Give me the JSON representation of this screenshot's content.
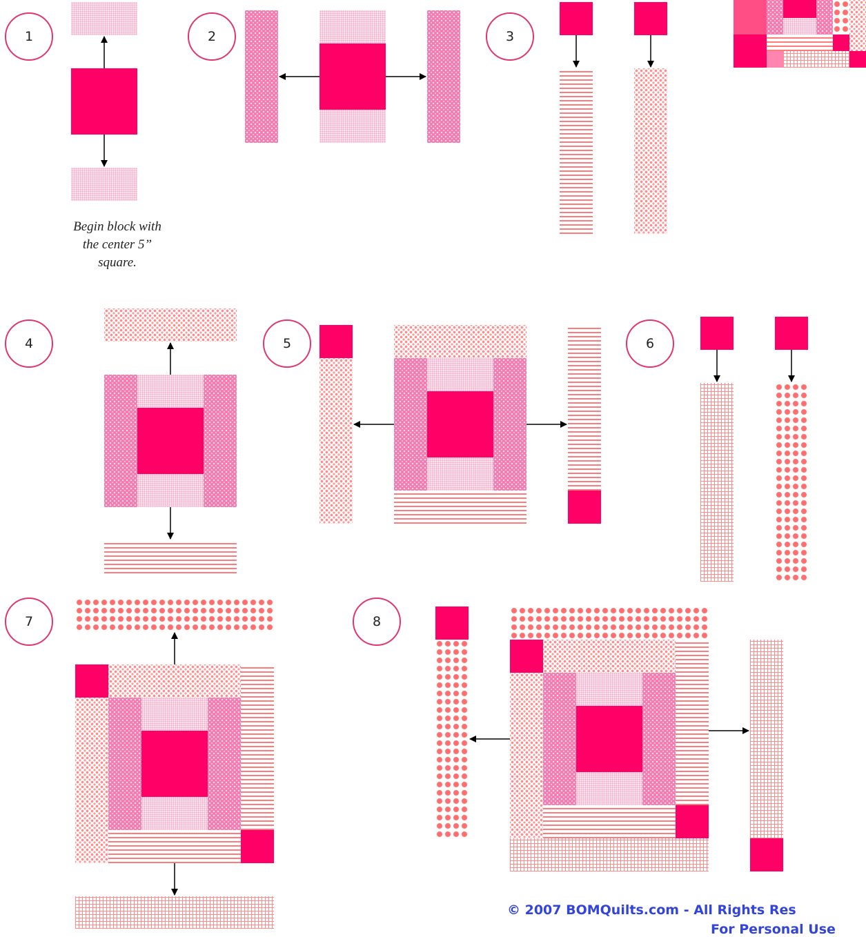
{
  "steps": [
    {
      "number": "1"
    },
    {
      "number": "2"
    },
    {
      "number": "3"
    },
    {
      "number": "4"
    },
    {
      "number": "5"
    },
    {
      "number": "6"
    },
    {
      "number": "7"
    },
    {
      "number": "8"
    }
  ],
  "caption": {
    "line1": "Begin block with",
    "line2": "the center 5”",
    "line3": "square."
  },
  "footer": {
    "copyright": "© 2007 BOMQuilts.com - All Rights Res",
    "personal_use": "For Personal Use"
  },
  "colors": {
    "center_square": "#ff0066",
    "step_circle_border": "#e0356e",
    "copyright_text": "#3344dd"
  },
  "fabrics": [
    "light-pink-print",
    "pink-print",
    "coral-stripe",
    "coral-dot",
    "coral-grid",
    "coral-diamond"
  ]
}
